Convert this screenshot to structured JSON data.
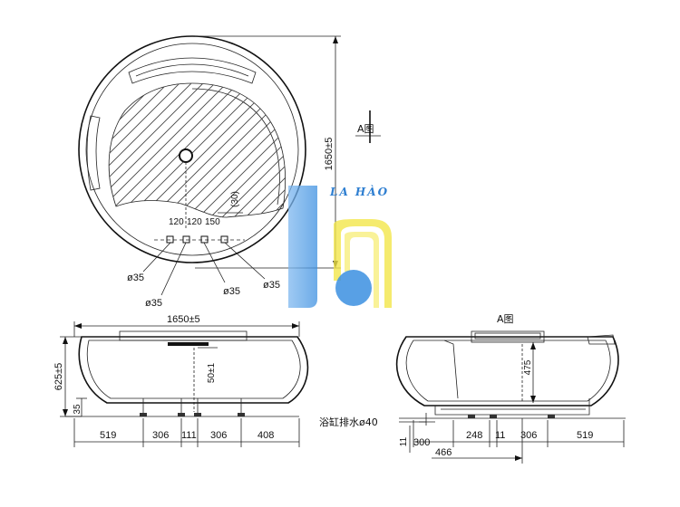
{
  "top_view": {
    "diameter": "1650±5",
    "slope": "(30)",
    "spacing": [
      "120",
      "120",
      "150"
    ],
    "holes": [
      "ø35",
      "ø35",
      "ø35",
      "ø35"
    ],
    "section_label": "A图"
  },
  "front_view": {
    "width": "1650±5",
    "height": "625±5",
    "drain_height": "50±1",
    "base": "35",
    "bottom_dims": [
      "519",
      "306",
      "111",
      "306",
      "408"
    ]
  },
  "side_view": {
    "section_label": "A图",
    "depth": "475",
    "drain_label": "浴缸排水ø40",
    "small": "11",
    "bottom_dims": [
      "300",
      "248",
      "11",
      "306",
      "519"
    ],
    "offset": "466"
  },
  "watermark": {
    "text": "LA HÀO",
    "colors": {
      "blue": "#3b8fe0",
      "yellow": "#f3e64a"
    }
  }
}
